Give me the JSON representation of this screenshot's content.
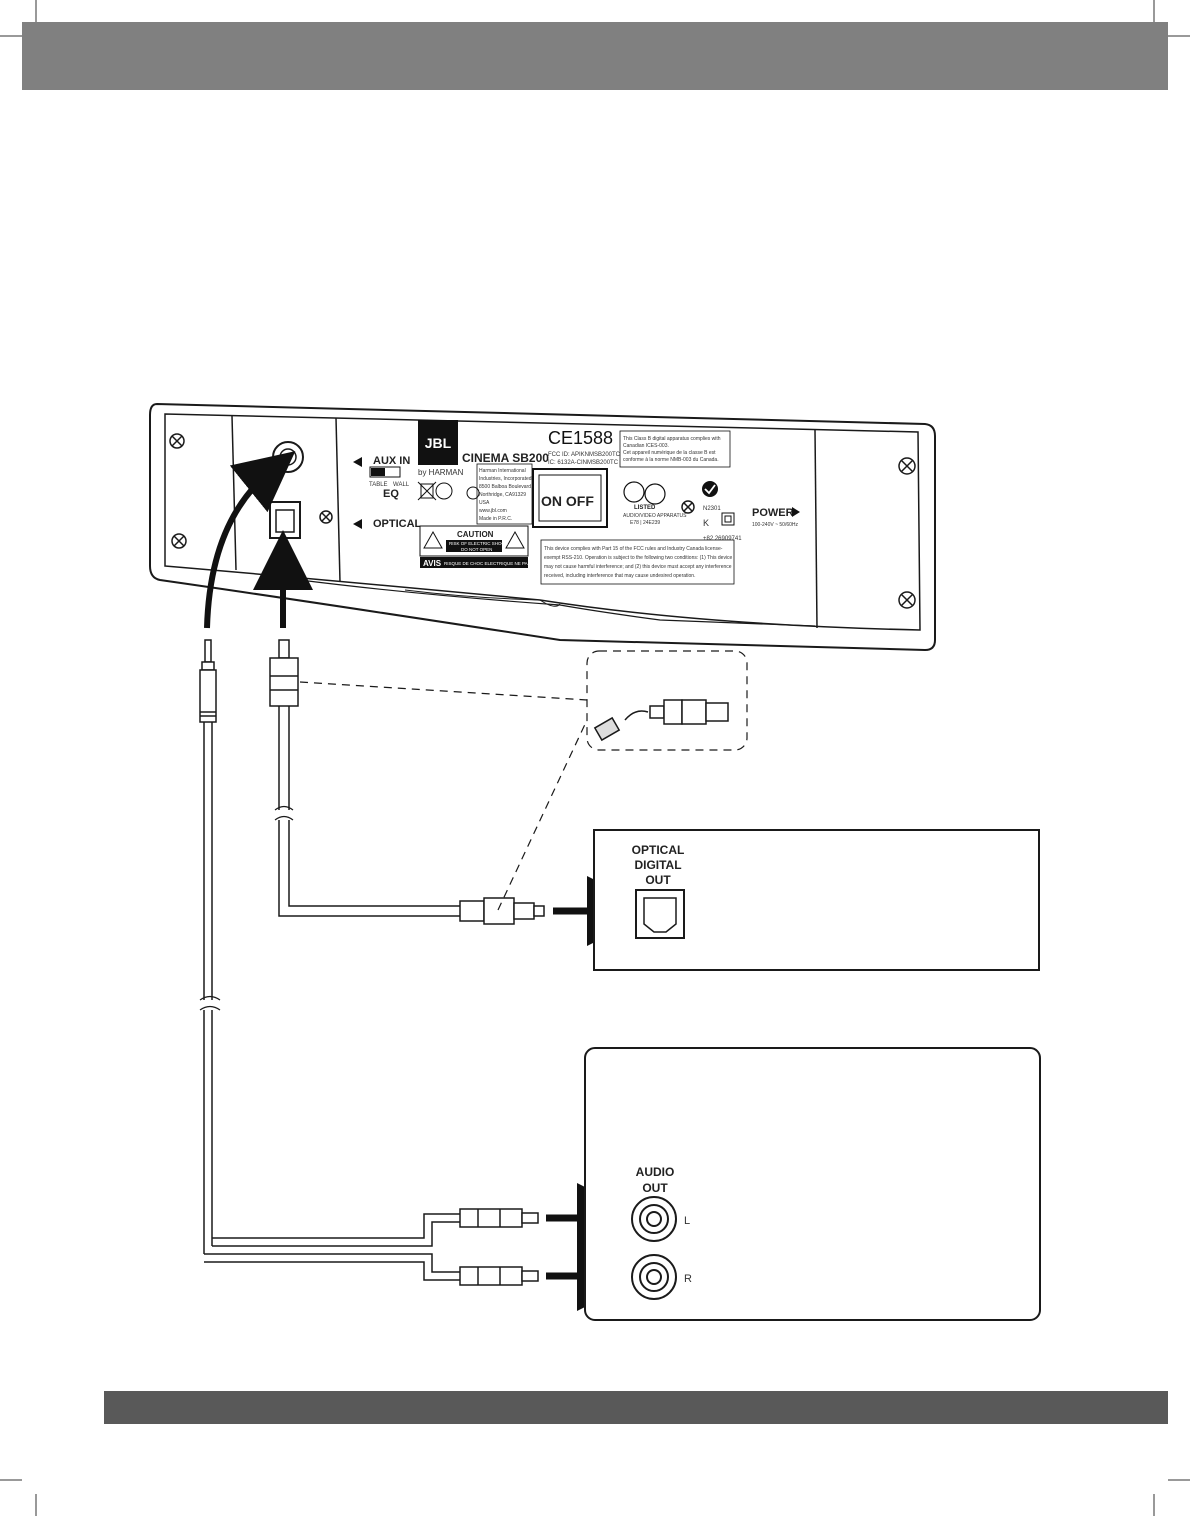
{
  "soundbar": {
    "brand": "JBL",
    "brand_sub": "by HARMAN",
    "model": "CINEMA SB200",
    "ce_mark": "CE1588",
    "aux_in_label": "AUX IN",
    "eq_label": "EQ",
    "table_label": "TABLE",
    "wall_label": "WALL",
    "optical_label": "OPTICAL",
    "power_label": "POWER",
    "power_rating": "100-240V ~ 50/60Hz",
    "switch_label": "ON OFF",
    "fcc_id": "FCC ID: APIKNMSB200TC",
    "ic_id": "IC: 6132A-CINMSB200TC",
    "ices_text": [
      "This Class B digital apparatus complies with",
      "Canadian ICES-003.",
      "Cet appareil numérique de la classe B est",
      "conforme à la norme NMB-003 du Canada."
    ],
    "address": [
      "Harman International",
      "Industries, Incorporated",
      "8500 Balboa Boulevard,",
      "Northridge, CA91329",
      "USA",
      "www.jbl.com",
      "Made in P.R.C."
    ],
    "ul_listed": "LISTED",
    "ul_detail": "AUDIO/VIDEO APPARATUS",
    "ul_number": "E78 | 24E239",
    "n_code": "N2301",
    "reg_number": "+82 26909741",
    "caution_title": "CAUTION",
    "caution_line1": "RISK OF ELECTRIC SHOCK",
    "caution_line2": "DO NOT OPEN",
    "avis_label": "AVIS",
    "avis_text": "RISQUE DE CHOC ELECTRIQUE NE PAS OUVRIR",
    "fcc_statement": [
      "This device complies with Part 15 of the FCC rules and Industry Canada license-",
      "exempt RSS-210. Operation is subject to the following two conditions: (1) This device",
      "may not cause harmful interference; and (2) this device must accept any interference",
      "received, including interference that may cause undesired operation."
    ]
  },
  "source_optical": {
    "label_line1": "OPTICAL",
    "label_line2": "DIGITAL",
    "label_line3": "OUT"
  },
  "source_analog": {
    "label_line1": "AUDIO",
    "label_line2": "OUT",
    "left_label": "L",
    "right_label": "R"
  },
  "colors": {
    "header_bar": "#808080",
    "footer_bar": "#595959",
    "line": "#1a1a1a"
  }
}
